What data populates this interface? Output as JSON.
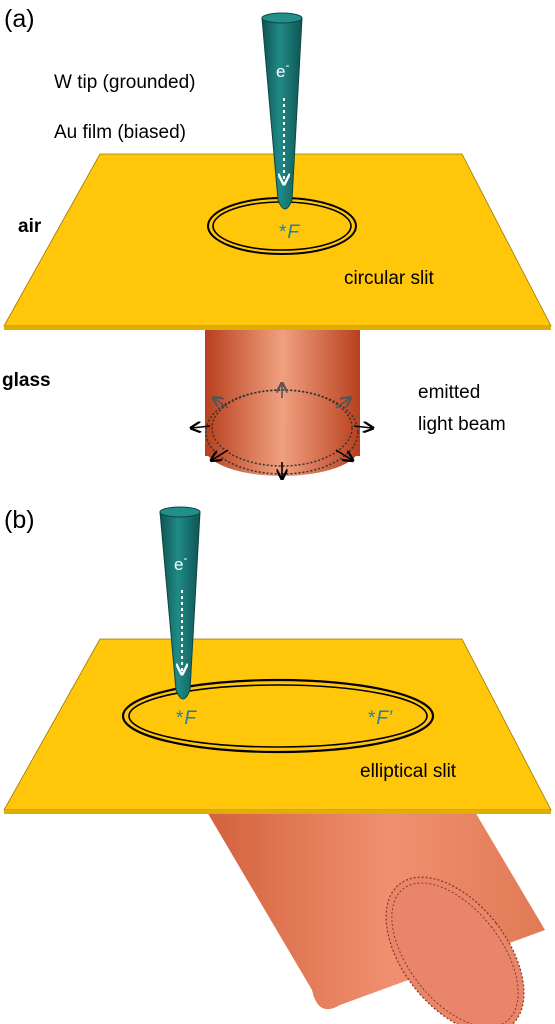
{
  "colors": {
    "film": "#FFC60A",
    "film_edge": "#8a6a00",
    "tip": "#1A7A78",
    "tip_dark": "#0f5553",
    "focus": "#1F7FA8",
    "beam_light": "#F4A07A",
    "beam_mid": "#E0704A",
    "beam_dark": "#B8401E"
  },
  "panel_a": {
    "label": "(a)",
    "tip_label": "W tip (grounded)",
    "film_label": "Au film (biased)",
    "electron": "e",
    "electron_sup": "-",
    "focus_star": "*",
    "focus_label": "F",
    "air_label": "air",
    "glass_label": "glass",
    "slit_label": "circular slit",
    "beam_label_line1": "emitted",
    "beam_label_line2": "light beam"
  },
  "panel_b": {
    "label": "(b)",
    "electron": "e",
    "electron_sup": "-",
    "focus_star": "*",
    "focus_label": "F",
    "focus2_star": "*",
    "focus2_label": "F’",
    "slit_label": "elliptical slit"
  }
}
